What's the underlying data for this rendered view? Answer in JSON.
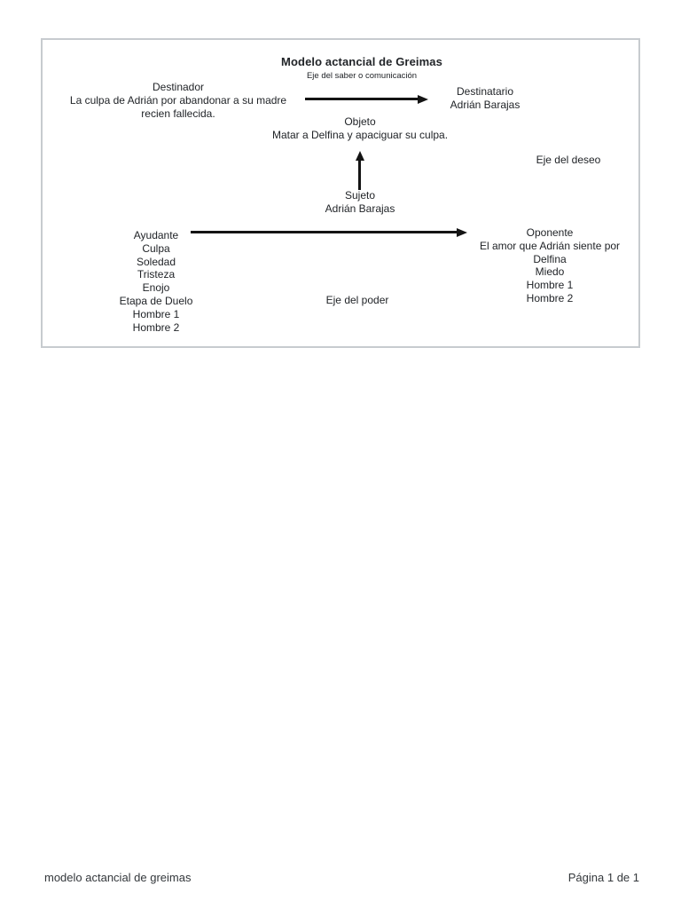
{
  "page": {
    "footer": {
      "title": "modelo actancial de greimas",
      "page_indicator": "Página 1 de 1"
    }
  },
  "diagram": {
    "title": "Modelo actancial de Greimas",
    "axes": {
      "saber": "Eje del saber o comunicación",
      "deseo": "Eje del deseo",
      "poder": "Eje del poder"
    },
    "actants": {
      "destinador": {
        "label": "Destinador",
        "lines": [
          "La culpa de Adrián por abandonar a su madre",
          "recien fallecida."
        ]
      },
      "destinatario": {
        "label": "Destinatario",
        "lines": [
          "Adrián Barajas"
        ]
      },
      "objeto": {
        "label": "Objeto",
        "lines": [
          "Matar a Delfina y apaciguar su culpa."
        ]
      },
      "sujeto": {
        "label": "Sujeto",
        "lines": [
          "Adrián Barajas"
        ]
      },
      "ayudante": {
        "label": "Ayudante",
        "items": [
          "Culpa",
          "Soledad",
          "Tristeza",
          "Enojo",
          "Etapa de Duelo",
          "Hombre 1",
          "Hombre 2"
        ]
      },
      "oponente": {
        "label": "Oponente",
        "items": [
          "El amor que Adrián siente por",
          "Delfina",
          "Miedo",
          "Hombre 1",
          "Hombre 2"
        ]
      }
    },
    "colors": {
      "text": "#212428",
      "arrow": "#141414",
      "border": "#c7cbcf",
      "page_bg": "#ffffff",
      "footer_text": "#33373b"
    }
  }
}
